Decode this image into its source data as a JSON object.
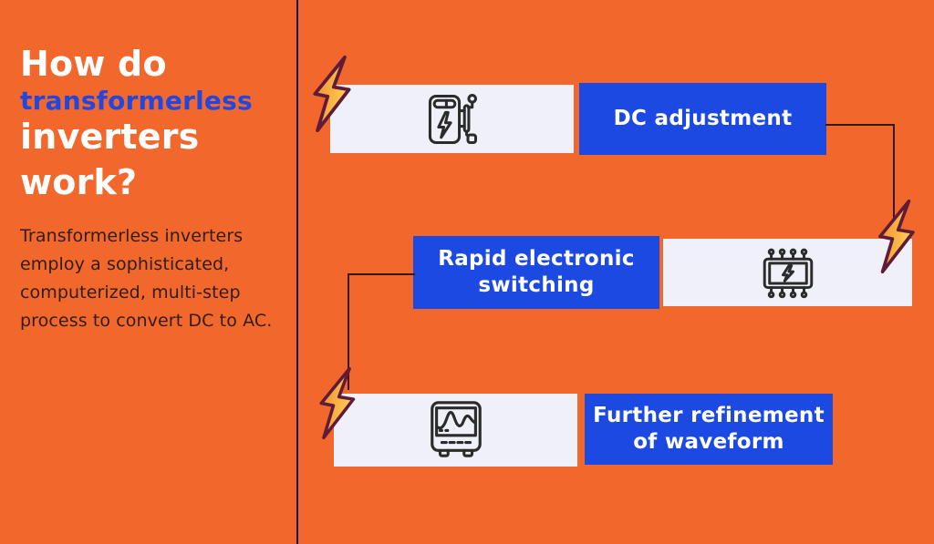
{
  "colors": {
    "background_orange": "#F2672B",
    "accent_blue": "#1D49E3",
    "title_blue": "#2247E1",
    "panel_light": "#EFF0F8",
    "divider_black": "#131313",
    "wire_dark": "#33190E",
    "bolt_fill_start": "#F08A2B",
    "bolt_fill_end": "#FFCE55",
    "bolt_outline": "#5F1B38",
    "icon_stroke": "#2B2B2B",
    "body_text": "#2F1D13"
  },
  "left_panel": {
    "title_line1": "How do",
    "title_line2": "transformerless",
    "title_line3": "inverters",
    "title_line4": "work?",
    "description": "Transformerless inverters employ a sophisticated, computerized, multi-step process to convert DC to AC."
  },
  "steps": [
    {
      "label": "DC adjustment",
      "icon": "battery-charger-icon"
    },
    {
      "label": "Rapid electronic switching",
      "icon": "microchip-icon"
    },
    {
      "label": "Further refinement of waveform",
      "icon": "oscilloscope-icon"
    }
  ]
}
